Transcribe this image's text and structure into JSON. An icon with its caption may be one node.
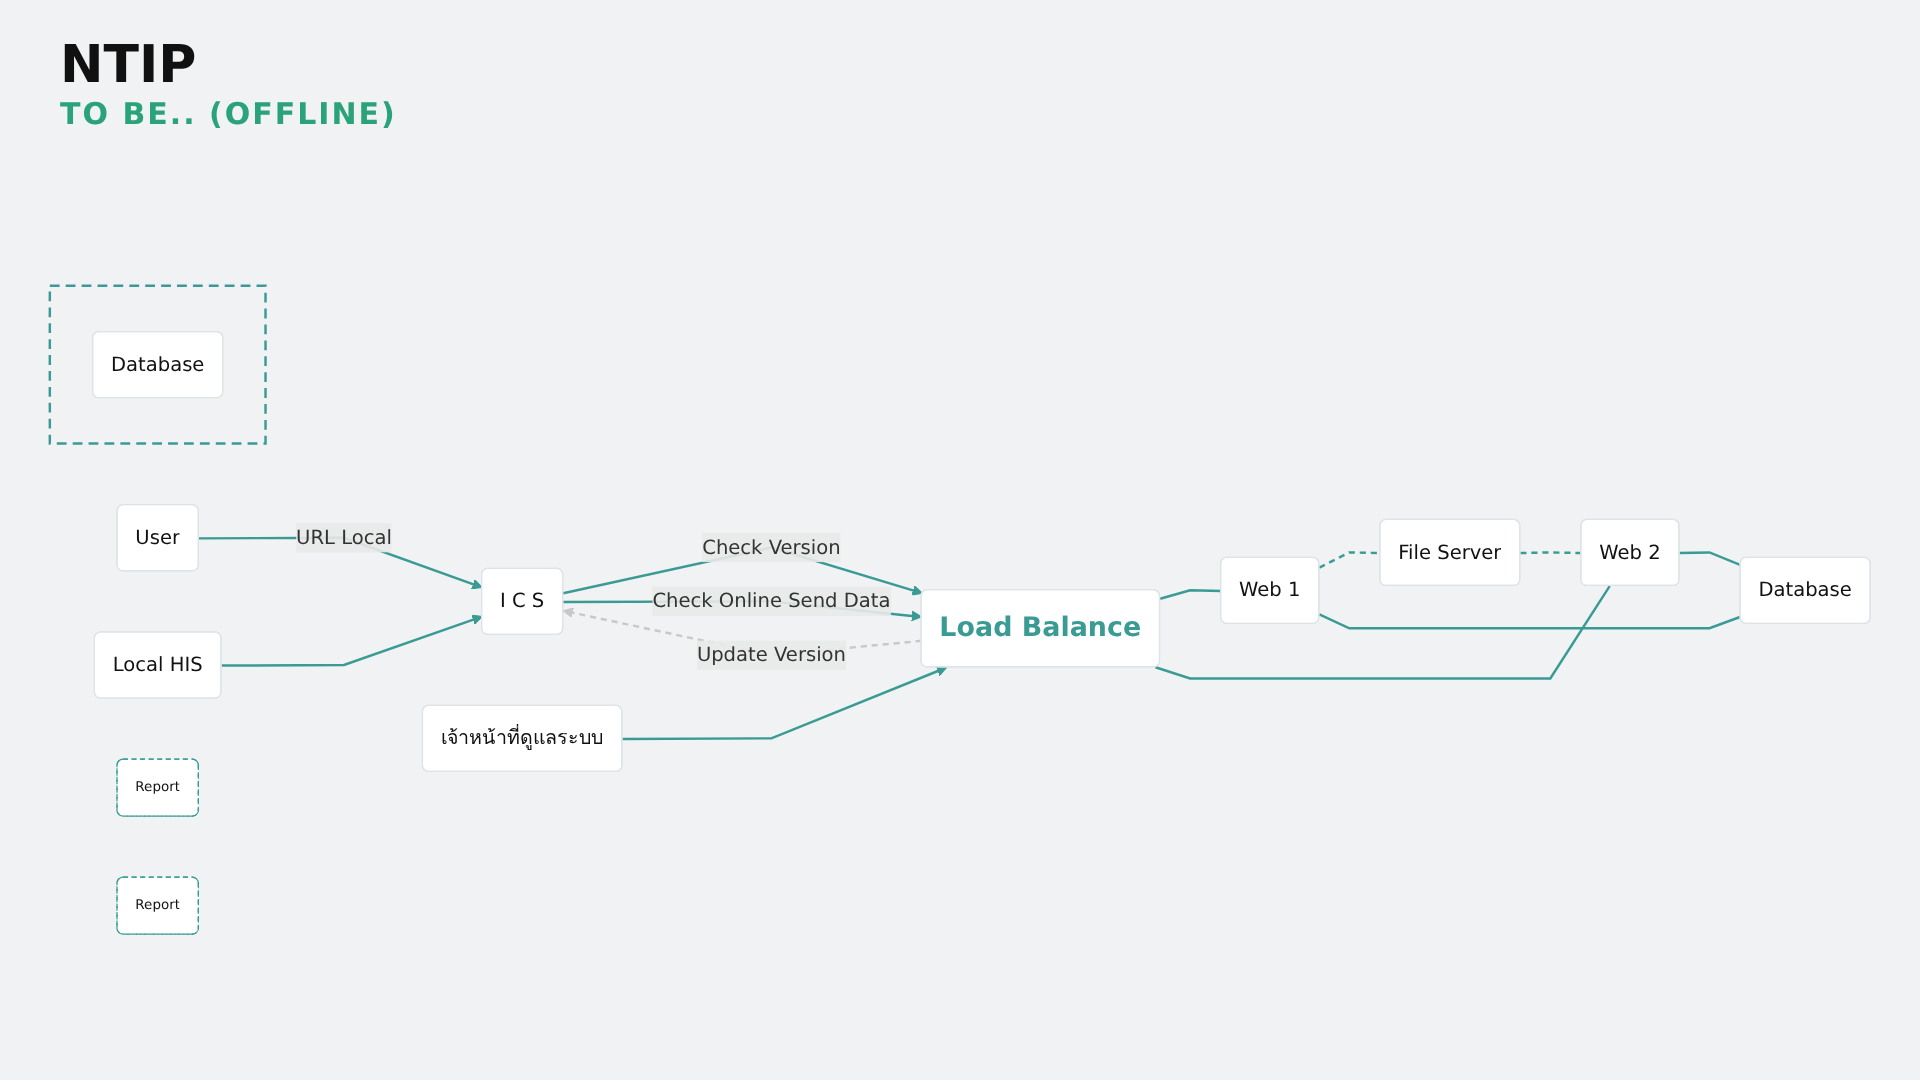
{
  "diagram": {
    "title": "NTIP",
    "nodes": [
      {
        "text": [
          "User"
        ]
      },
      {
        "text": [
          "I C S"
        ]
      },
      {
        "text": [
          "Local HIS"
        ]
      },
      {
        "text": [],
        "shape": "box"
      },
      {
        "text": [
          "Database"
        ],
        "in": 3
      },
      {
        "text": [
          "Load Balance"
        ]
      },
      {
        "text": [
          "เจ้าหน้าที่ดูแลระบบ"
        ]
      },
      {
        "text": [
          "Web 1"
        ]
      },
      {
        "text": [
          "Report"
        ]
      },
      {
        "text": [
          "File Server"
        ]
      },
      {
        "text": [
          "Web 2"
        ]
      },
      {
        "text": [
          "Report"
        ]
      },
      {
        "text": [
          "Database"
        ]
      }
    ],
    "edges": [
      {
        "from": 0,
        "to": 1,
        "arrow": "to",
        "label": "URL Local"
      },
      {
        "from": 2,
        "to": 1,
        "arrow": "to"
      },
      {
        "from": 1,
        "to": 5,
        "arrow": "to",
        "label": "Check Version"
      },
      {
        "from": 5,
        "to": 1,
        "arrow": "to",
        "label": "Update Version",
        "style": "dashed",
        "color": "#c8c8c8"
      },
      {
        "from": 1,
        "to": 5,
        "arrow": "to",
        "label": "Check Online Send Data"
      },
      {
        "from": 6,
        "to": 5,
        "arrow": "to"
      },
      {
        "from": 5,
        "to": 7,
        "arrow": "none"
      },
      {
        "from": 5,
        "to": 10,
        "arrow": "none"
      },
      {
        "from": 7,
        "to": 9,
        "arrow": "none",
        "style": "dashed"
      },
      {
        "from": 9,
        "to": 10,
        "arrow": "none",
        "style": "dashed"
      },
      {
        "from": 7,
        "to": 12,
        "arrow": "none"
      },
      {
        "from": 10,
        "to": 12,
        "arrow": "none"
      }
    ],
    "labels": [
      "TO BE.. (OFFLINE)"
    ]
  }
}
